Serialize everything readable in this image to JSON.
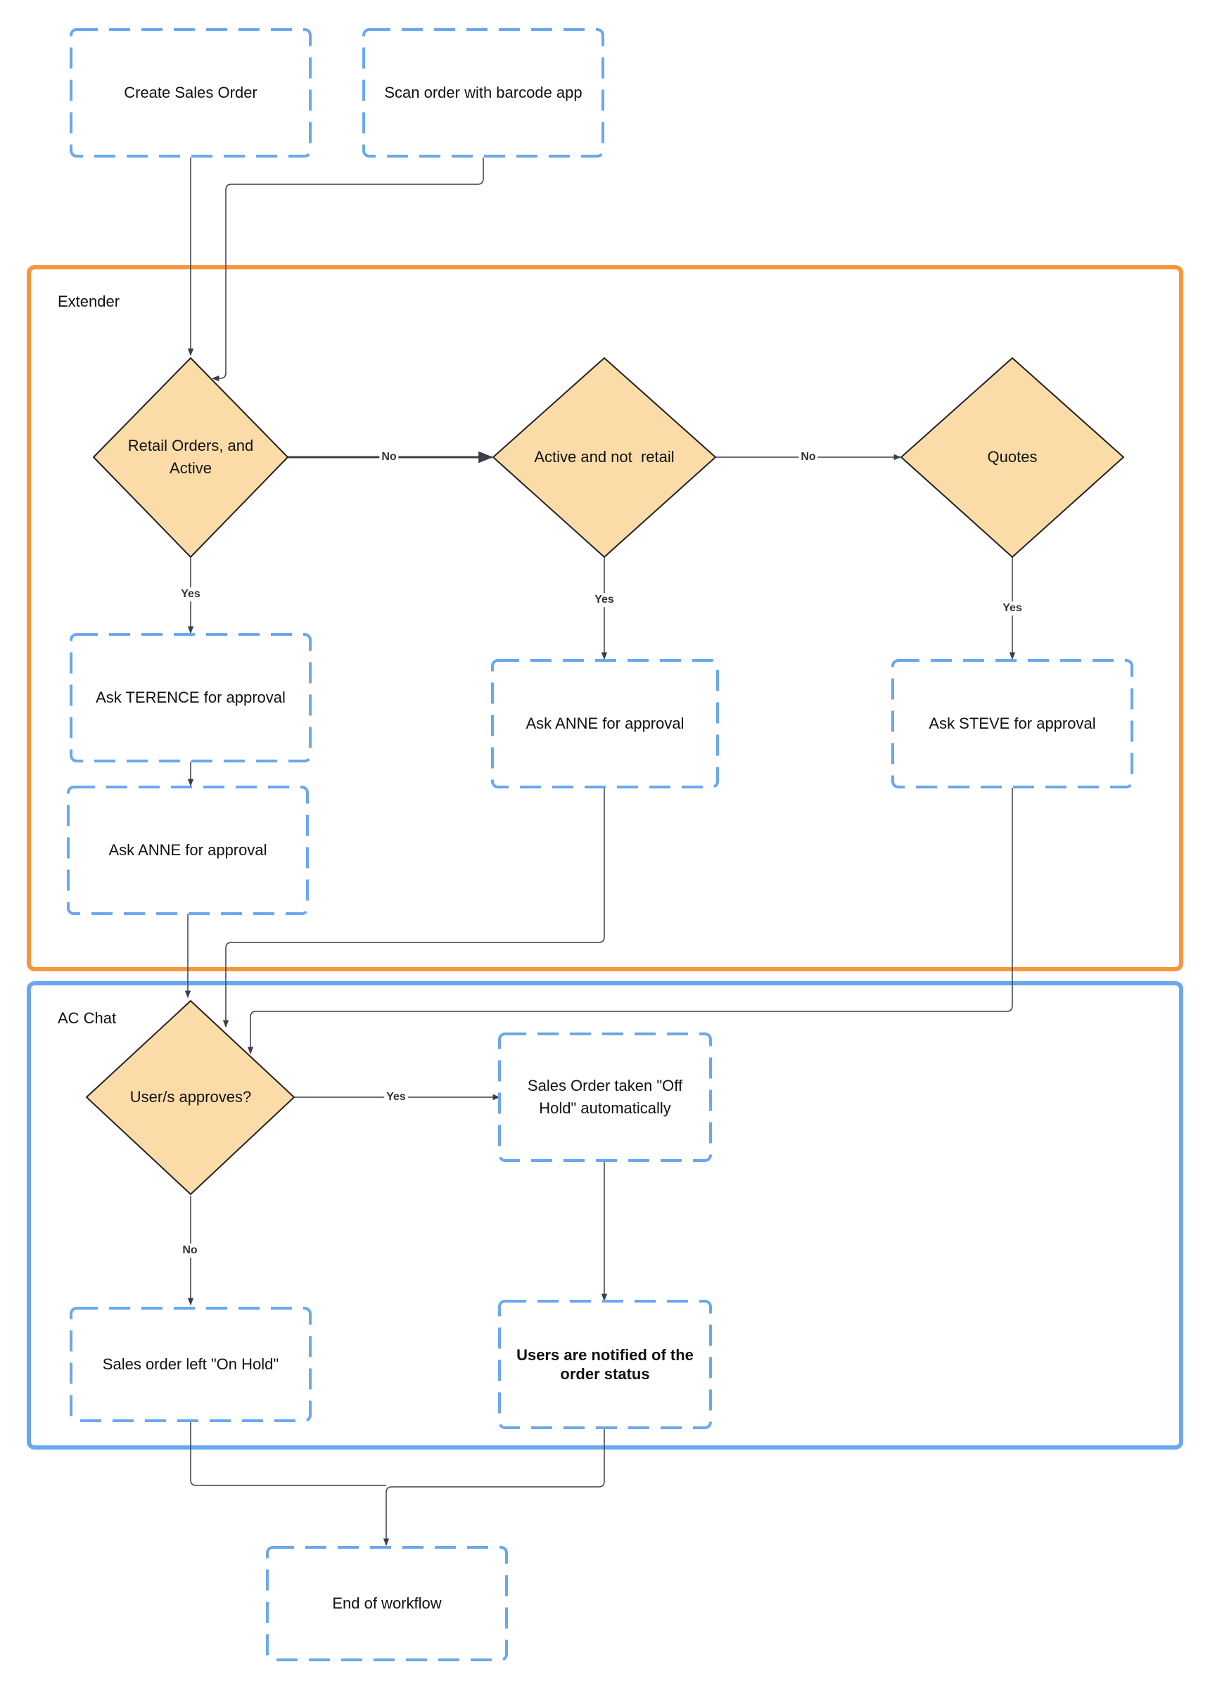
{
  "colors": {
    "extender_border": "#f5963c",
    "ac_chat_border": "#6aa8ee",
    "dashed_box": "#6aa8ee",
    "decision_fill": "#fbdca8",
    "decision_stroke": "#222222",
    "connector": "#3a3f4a"
  },
  "containers": {
    "extender": {
      "label": "Extender"
    },
    "ac_chat": {
      "label": "AC Chat"
    }
  },
  "nodes": {
    "create_sales_order": {
      "label": "Create Sales Order"
    },
    "scan_order": {
      "label": "Scan order with barcode app"
    },
    "retail_orders_active": {
      "label": "Retail Orders, and Active"
    },
    "active_not_retail": {
      "label": "Active and not  retail"
    },
    "quotes": {
      "label": "Quotes"
    },
    "ask_terence": {
      "label": "Ask TERENCE for approval"
    },
    "ask_anne_left": {
      "label": "Ask ANNE for approval"
    },
    "ask_anne_mid": {
      "label": "Ask ANNE for approval"
    },
    "ask_steve": {
      "label": "Ask STEVE for approval"
    },
    "users_approve": {
      "label": "User/s approves?"
    },
    "off_hold": {
      "label": "Sales Order taken \"Off Hold\" automatically"
    },
    "on_hold": {
      "label": "Sales order left \"On Hold\""
    },
    "users_notified": {
      "label": "Users are notified of the order status"
    },
    "end": {
      "label": "End of workflow"
    }
  },
  "edge_labels": {
    "retail_no": "No",
    "active_no": "No",
    "retail_yes": "Yes",
    "active_yes": "Yes",
    "quotes_yes": "Yes",
    "approve_yes": "Yes",
    "approve_no": "No"
  }
}
